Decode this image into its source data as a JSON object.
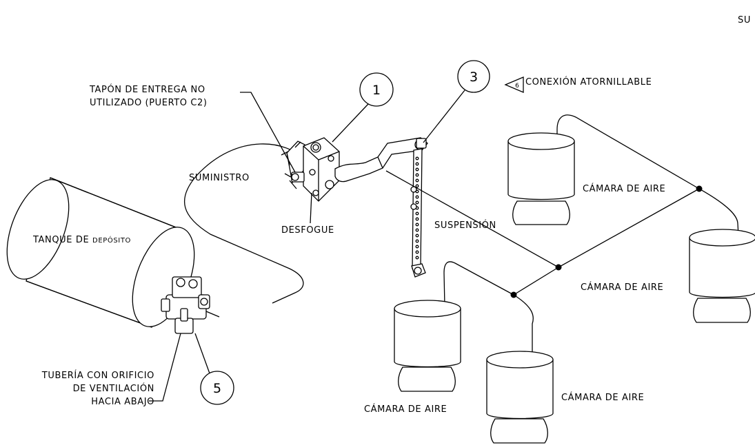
{
  "corner_text": "SU",
  "callouts": {
    "c1": "1",
    "c3": "3",
    "c5": "5",
    "c6": "6"
  },
  "labels": {
    "plug_line1": "TAPÓN DE ENTREGA NO",
    "plug_line2": "UTILIZADO (PUERTO C2)",
    "screw_connection": "CONEXIÓN ATORNILLABLE",
    "supply": "SUMINISTRO",
    "exhaust": "DESFOGUE",
    "suspension": "SUSPENSIÓN",
    "tank_main": "TANQUE DE",
    "tank_small": "DEPÓSITO",
    "airbag_top_right": "CÁMARA DE AIRE",
    "airbag_right": "CÁMARA DE AIRE",
    "airbag_bottom_left": "CÁMARA DE AIRE",
    "airbag_bottom_center": "CÁMARA DE AIRE",
    "vent_line1": "TUBERÍA CON ORIFICIO",
    "vent_line2": "DE VENTILACIÓN",
    "vent_line3": "HACIA ABAJO"
  }
}
